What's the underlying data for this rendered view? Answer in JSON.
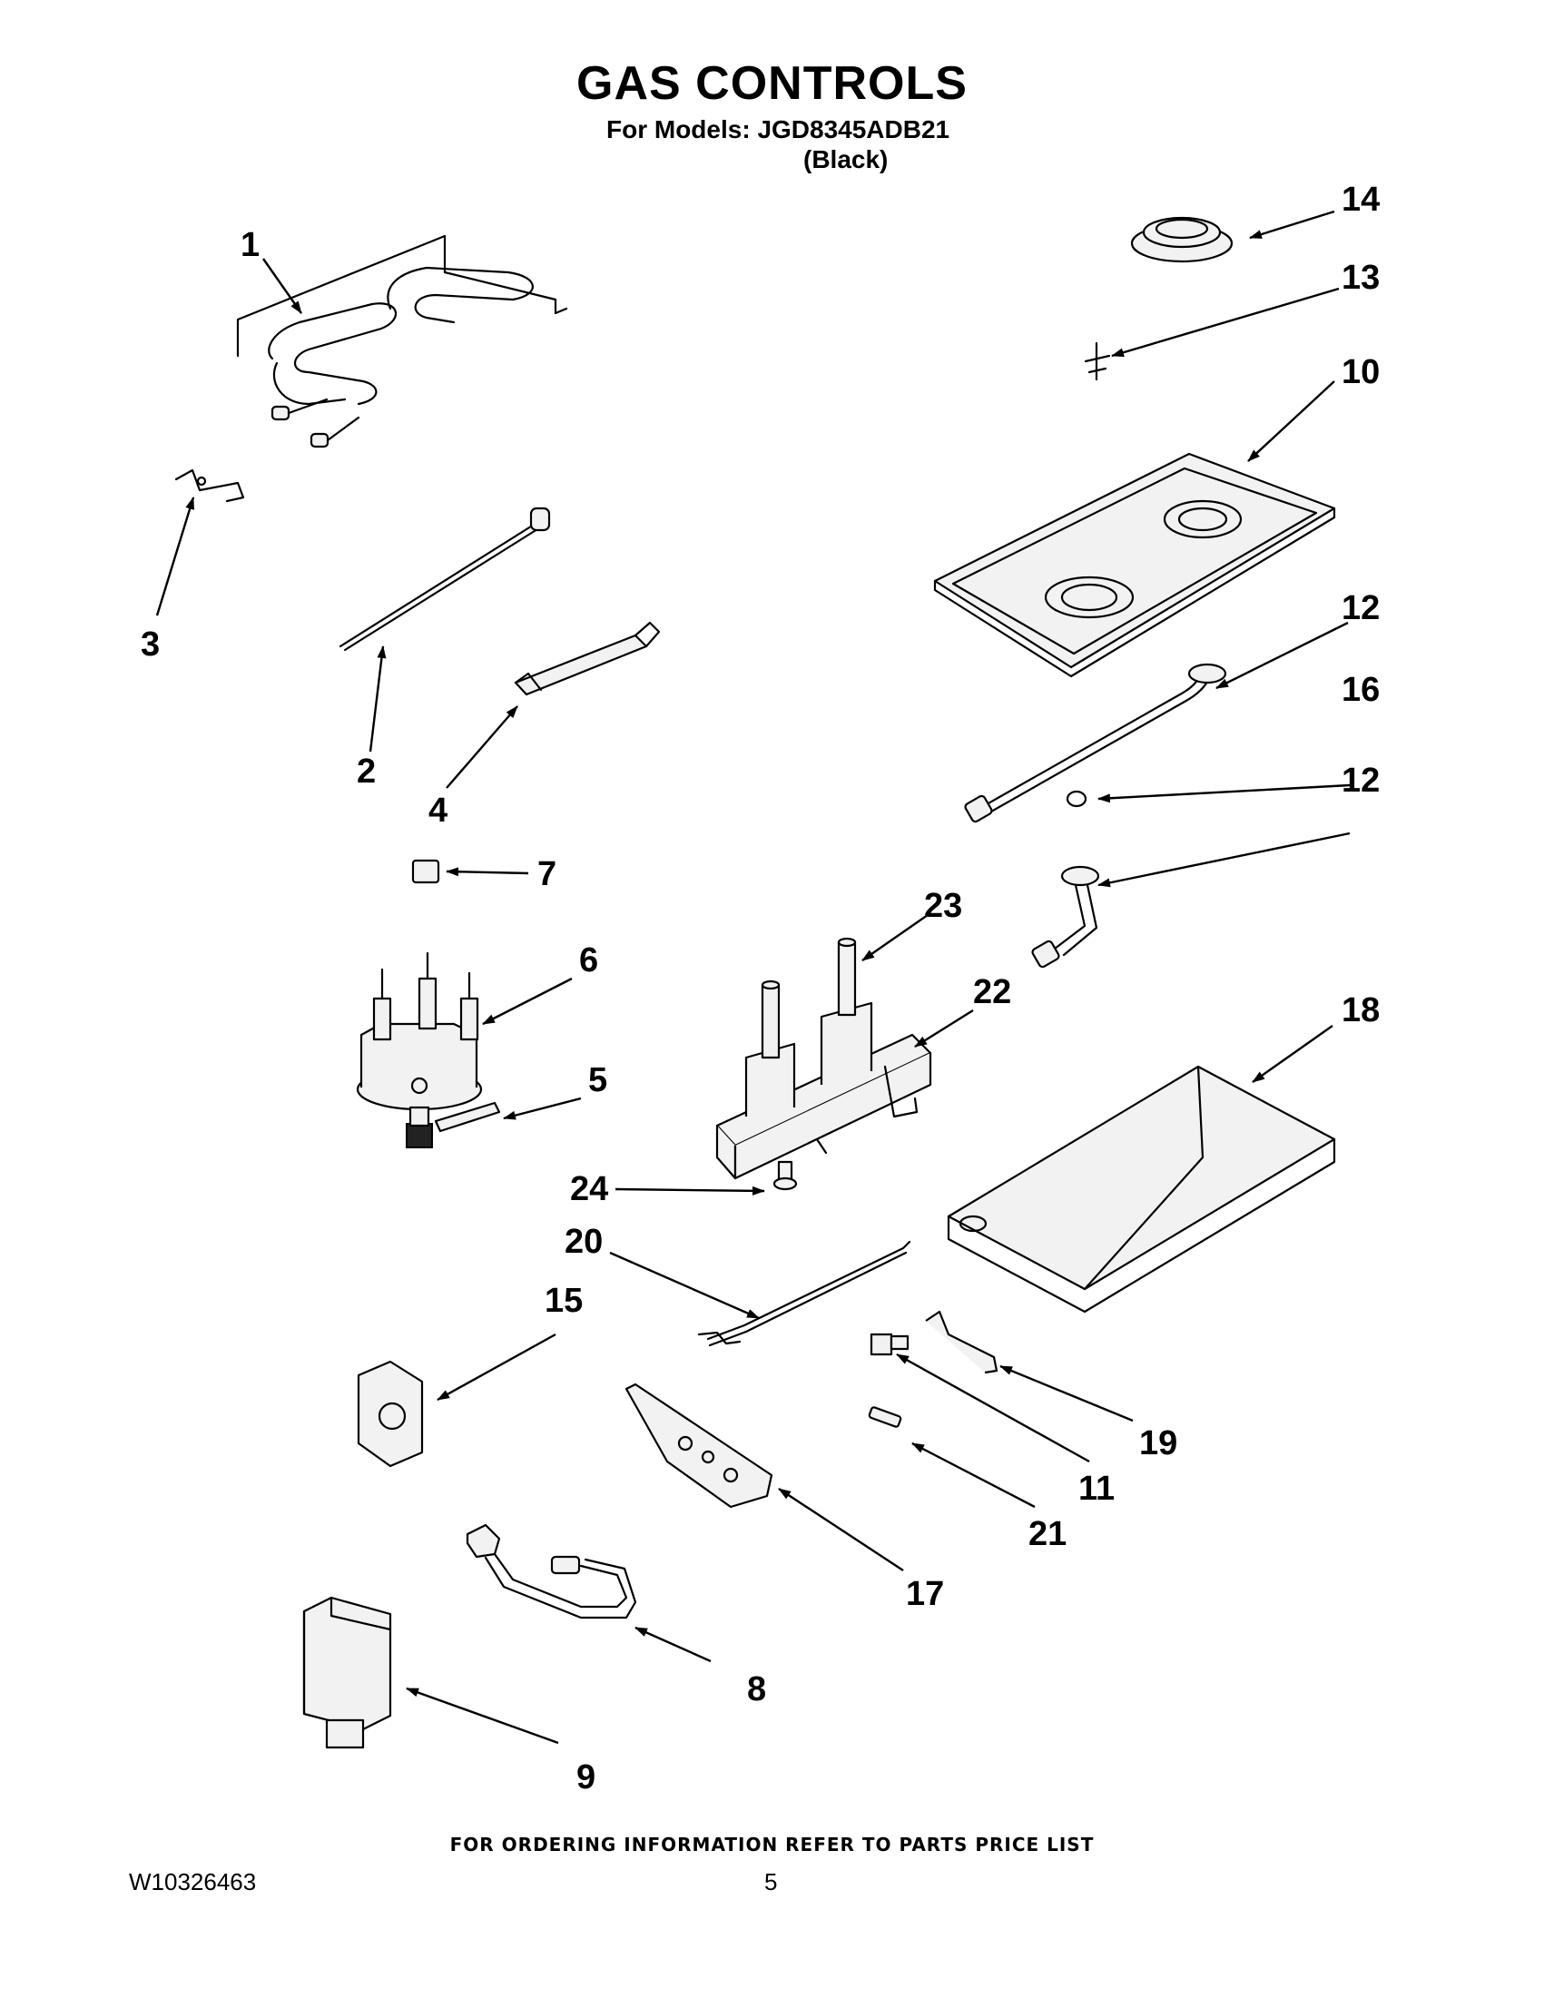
{
  "header": {
    "title": "GAS CONTROLS",
    "models_line": "For Models: JGD8345ADB21",
    "color_line": "(Black)"
  },
  "callouts": [
    "1",
    "2",
    "3",
    "4",
    "5",
    "6",
    "7",
    "8",
    "9",
    "10",
    "11",
    "12",
    "12",
    "13",
    "14",
    "15",
    "16",
    "17",
    "18",
    "19",
    "20",
    "21",
    "22",
    "23",
    "24"
  ],
  "footer": {
    "note": "FOR ORDERING INFORMATION REFER TO PARTS PRICE LIST",
    "doc_number": "W10326463",
    "page_number": "5"
  }
}
